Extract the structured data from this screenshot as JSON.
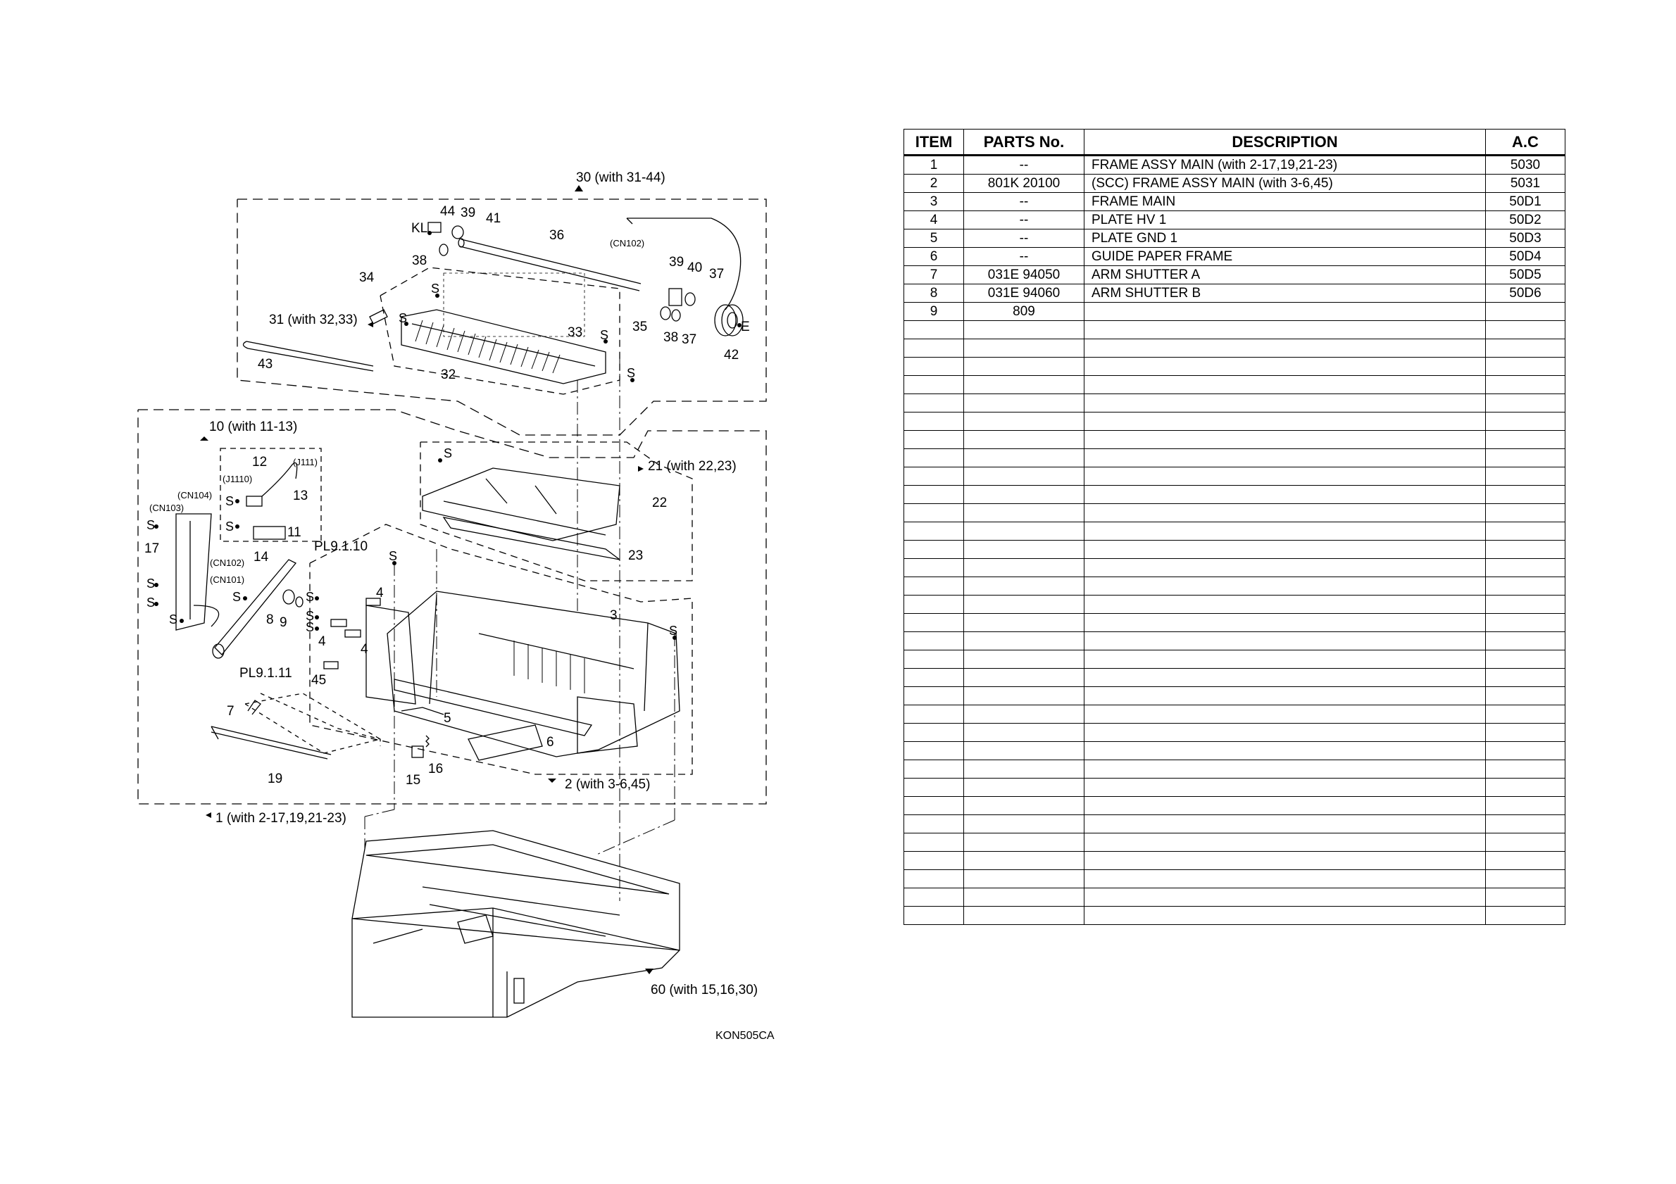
{
  "table": {
    "headers": {
      "item": "ITEM",
      "parts_no": "PARTS No.",
      "description": "DESCRIPTION",
      "ac": "A.C"
    },
    "rows": [
      {
        "item": "1",
        "parts_no": "--",
        "description": "FRAME ASSY MAIN (with 2-17,19,21-23)",
        "ac": "5030"
      },
      {
        "item": "2",
        "parts_no": "801K 20100",
        "description": "(SCC) FRAME ASSY MAIN (with 3-6,45)",
        "ac": "5031"
      },
      {
        "item": "3",
        "parts_no": "--",
        "description": "FRAME MAIN",
        "ac": "50D1"
      },
      {
        "item": "4",
        "parts_no": "--",
        "description": "PLATE HV 1",
        "ac": "50D2"
      },
      {
        "item": "5",
        "parts_no": "--",
        "description": "PLATE GND 1",
        "ac": "50D3"
      },
      {
        "item": "6",
        "parts_no": "--",
        "description": "GUIDE PAPER FRAME",
        "ac": "50D4"
      },
      {
        "item": "7",
        "parts_no": "031E 94050",
        "description": "ARM SHUTTER A",
        "ac": "50D5"
      },
      {
        "item": "8",
        "parts_no": "031E 94060",
        "description": "ARM SHUTTER B",
        "ac": "50D6"
      },
      {
        "item": "9",
        "parts_no": "809",
        "description": "",
        "ac": ""
      }
    ],
    "empty_row_count": 33
  },
  "diagram": {
    "callouts": {
      "assy30": "30 (with 31-44)",
      "n44": "44",
      "n39a": "39",
      "n41": "41",
      "kl": "KL",
      "n36": "36",
      "cn102a": "(CN102)",
      "n38a": "38",
      "n39b": "39",
      "n40": "40",
      "n37a": "37",
      "n34": "34",
      "assy31": "31 (with 32,33)",
      "n33": "33",
      "n35": "35",
      "n38b": "38",
      "n37b": "37",
      "e": "E",
      "n42": "42",
      "n43": "43",
      "n32": "32",
      "assy10": "10 (with 11-13)",
      "n12": "12",
      "j111": "(J111)",
      "j1110": "(J1110)",
      "n13": "13",
      "cn104": "(CN104)",
      "cn103": "(CN103)",
      "n11": "11",
      "n17": "17",
      "n14": "14",
      "cn102b": "(CN102)",
      "cn101": "(CN101)",
      "n8": "8",
      "n9": "9",
      "pl9110": "PL9.1.10",
      "pl9111": "PL9.1.11",
      "n4a": "4",
      "n4b": "4",
      "n4c": "4",
      "n45": "45",
      "n7": "7",
      "n19": "19",
      "n5": "5",
      "n6": "6",
      "n15": "15",
      "n16": "16",
      "assy21": "21 (with 22,23)",
      "n22": "22",
      "n23": "23",
      "n3": "3",
      "assy2": "2 (with 3-6,45)",
      "assy1": "1 (with 2-17,19,21-23)",
      "assy60": "60 (with 15,16,30)",
      "code": "KON505CA",
      "screw": "S"
    }
  }
}
